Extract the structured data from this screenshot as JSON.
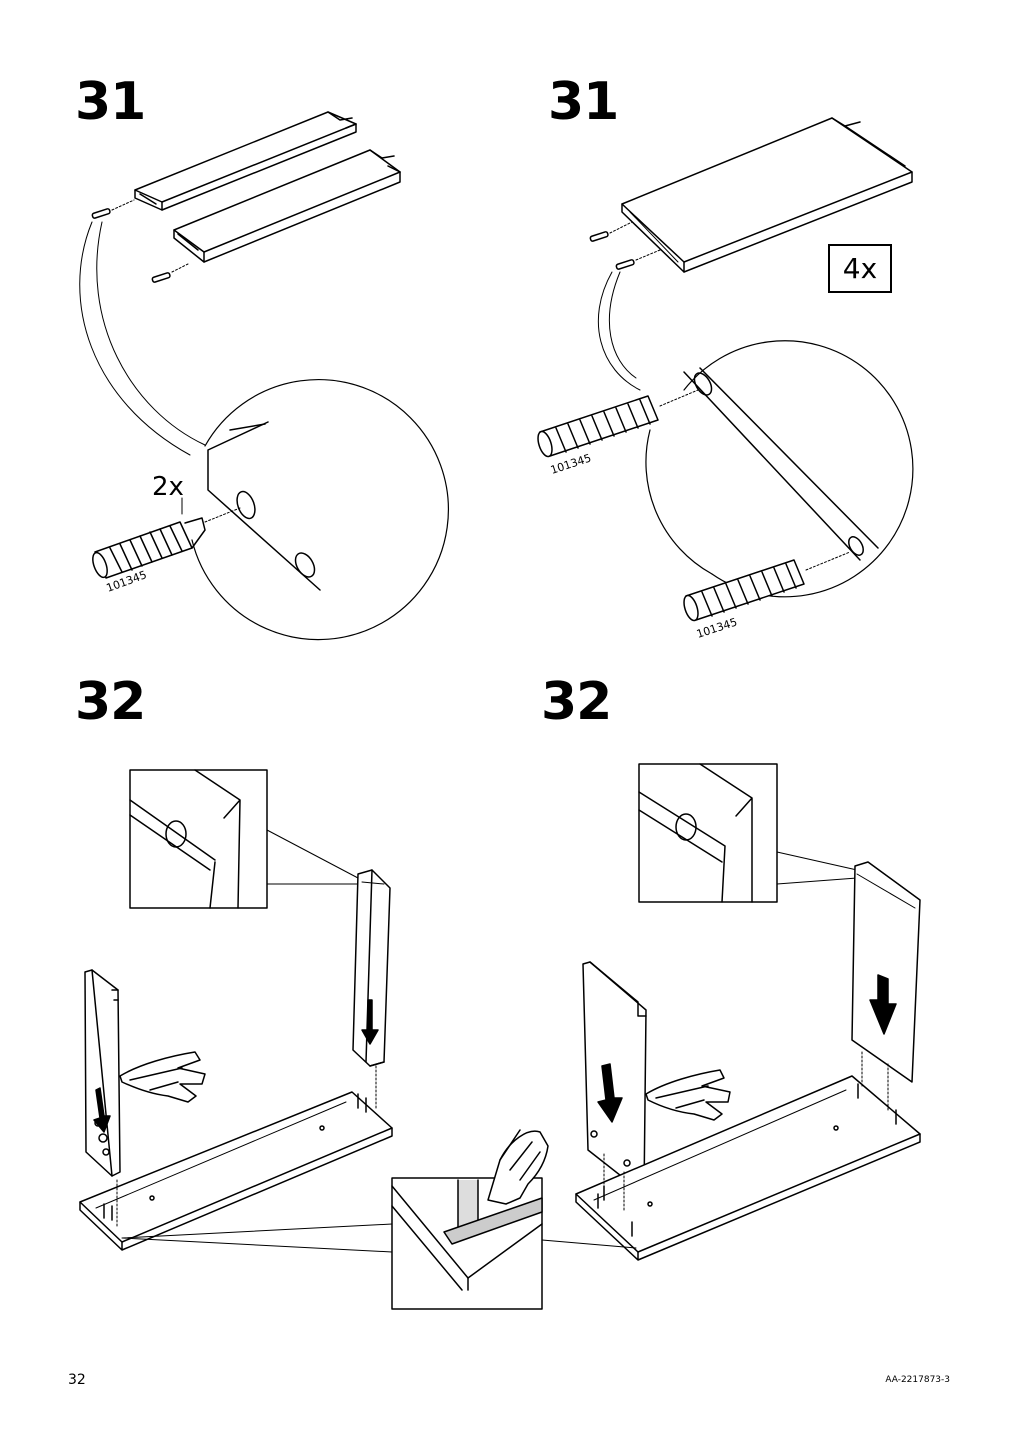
{
  "page": {
    "number": "32",
    "doc_code": "AA-2217873-3"
  },
  "steps": [
    {
      "number": "31",
      "quantity": "2x",
      "part_code": "101345"
    },
    {
      "number": "31",
      "quantity": "4x",
      "part_codes": [
        "101345",
        "101345"
      ]
    },
    {
      "number": "32"
    },
    {
      "number": "32"
    }
  ],
  "icons": [
    "dowel-icon",
    "pointing-hand-icon",
    "arrow-down-icon",
    "magnifier-circle-icon",
    "detail-box-icon"
  ]
}
